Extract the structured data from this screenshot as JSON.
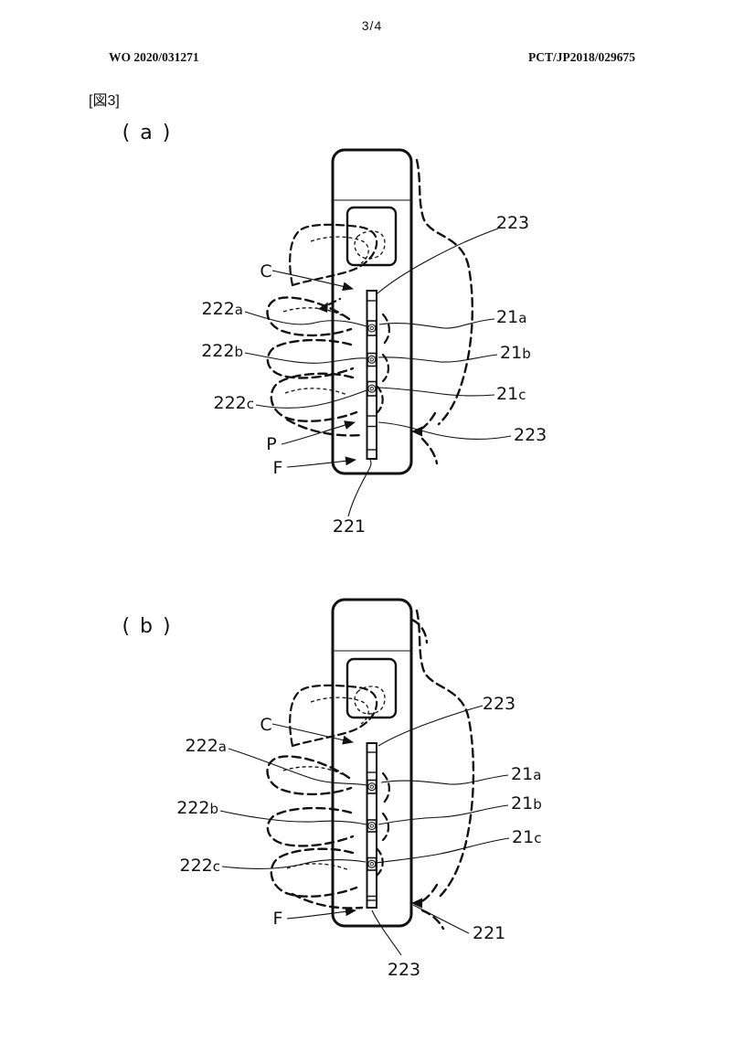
{
  "colors": {
    "ink": "#111111",
    "paper": "#ffffff"
  },
  "page": {
    "page_number": "3/4",
    "publication_number": "WO 2020/031271",
    "application_number": "PCT/JP2018/029675",
    "figure_caption": "[図3]"
  },
  "figure_a": {
    "panel_label": "( a )",
    "labels": {
      "c": "C",
      "p": "P",
      "f": "F",
      "ref_223_top": "223",
      "ref_223_side": "223",
      "ref_221": "221",
      "ref_222a": {
        "num": "222",
        "suffix": "a"
      },
      "ref_222b": {
        "num": "222",
        "suffix": "b"
      },
      "ref_222c": {
        "num": "222",
        "suffix": "c"
      },
      "ref_21a": {
        "num": "21",
        "suffix": "a"
      },
      "ref_21b": {
        "num": "21",
        "suffix": "b"
      },
      "ref_21c": {
        "num": "21",
        "suffix": "c"
      }
    }
  },
  "figure_b": {
    "panel_label": "( b )",
    "labels": {
      "c": "C",
      "f": "F",
      "ref_223_top": "223",
      "ref_223_bottom": "223",
      "ref_221": "221",
      "ref_222a": {
        "num": "222",
        "suffix": "a"
      },
      "ref_222b": {
        "num": "222",
        "suffix": "b"
      },
      "ref_222c": {
        "num": "222",
        "suffix": "c"
      },
      "ref_21a": {
        "num": "21",
        "suffix": "a"
      },
      "ref_21b": {
        "num": "21",
        "suffix": "b"
      },
      "ref_21c": {
        "num": "21",
        "suffix": "c"
      }
    }
  }
}
